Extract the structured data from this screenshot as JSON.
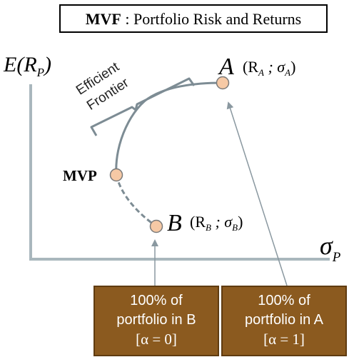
{
  "title": {
    "bold": "MVF",
    "rest": " : Portfolio Risk and Returns"
  },
  "axes": {
    "y_label": "E(R",
    "y_sub": "P",
    "y_close": ")",
    "x_label": "σ",
    "x_sub": "P"
  },
  "frontier_label": {
    "line1": "Efficient",
    "line2": "Frontier"
  },
  "points": {
    "A": {
      "name": "A",
      "open": "(R",
      "sub1": "A",
      "mid": " ; σ",
      "sub2": "A",
      "close": ")"
    },
    "B": {
      "name": "B",
      "open": "(R",
      "sub1": "B",
      "mid": " ; σ",
      "sub2": "B",
      "close": ")"
    },
    "MVP": {
      "name": "MVP"
    }
  },
  "boxes": {
    "B": {
      "line1": "100% of",
      "line2": "portfolio in B",
      "line3": "[α = 0]"
    },
    "A": {
      "line1": "100% of",
      "line2": "portfolio in A",
      "line3": "[α = 1]"
    }
  },
  "colors": {
    "axis": "#a9b7bd",
    "curve": "#7d8c94",
    "bracket": "#7d8c94",
    "point_fill": "#f6c9a5",
    "point_stroke": "#7a7a7a",
    "box_fill": "#8b5a1f",
    "box_border": "#5f3b10"
  }
}
